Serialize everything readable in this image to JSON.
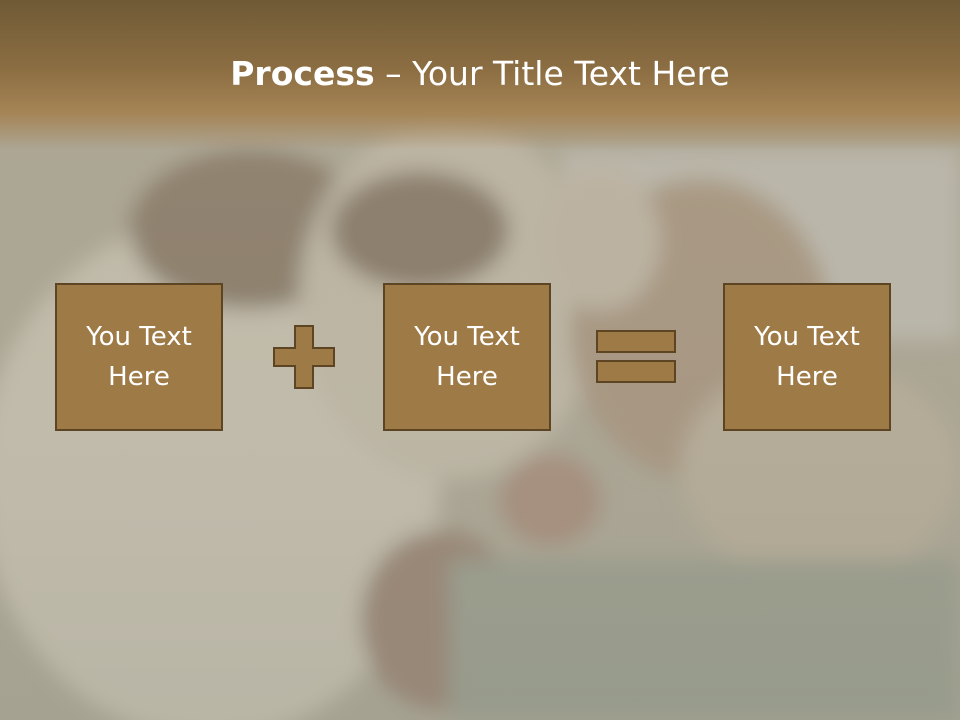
{
  "slide": {
    "title_bold": "Process",
    "title_rest": " – Your Title Text Here",
    "boxes": [
      {
        "label": "You Text Here"
      },
      {
        "label": "You Text Here"
      },
      {
        "label": "You Text Here"
      }
    ],
    "operators": [
      "plus-icon",
      "equals-icon"
    ]
  },
  "colors": {
    "header": "#8b6d42",
    "box_fill": "#9e7a47",
    "box_border": "#5d4423"
  }
}
